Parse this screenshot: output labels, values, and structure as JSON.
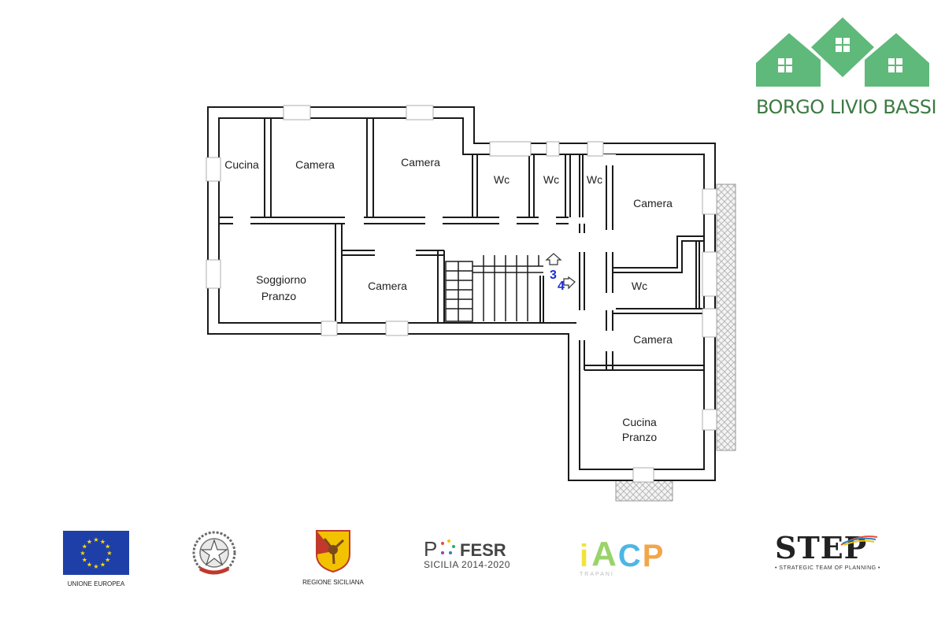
{
  "brand": {
    "name": "BORGO LIVIO BASSI",
    "color": "#5fb97a"
  },
  "rooms": {
    "cucina_1": "Cucina",
    "camera_1": "Camera",
    "camera_2": "Camera",
    "wc_1": "Wc",
    "wc_2": "Wc",
    "wc_3": "Wc",
    "camera_3": "Camera",
    "soggiorno_line1": "Soggiorno",
    "soggiorno_line2": "Pranzo",
    "camera_4": "Camera",
    "wc_4": "Wc",
    "camera_5": "Camera",
    "cucina_pranzo_line1": "Cucina",
    "cucina_pranzo_line2": "Pranzo"
  },
  "stairs": {
    "num_up": "3",
    "num_down": "4",
    "number_color": "#1a2fd6"
  },
  "logos": {
    "eu": {
      "caption": "UNIONE EUROPEA",
      "flag_color": "#1f3fa8",
      "star_color": "#ffdd00"
    },
    "repubblica": {
      "caption": "REPUBBLICA ITALIANA"
    },
    "sicilia": {
      "caption": "REGIONE SICILIANA"
    },
    "po_fesr": {
      "title": "FESR",
      "prefix": "P",
      "subtitle": "SICILIA 2014-2020"
    },
    "iacp": {
      "letters": [
        "i",
        "A",
        "C",
        "P"
      ],
      "caption": "TRAPANI"
    },
    "step": {
      "title": "STEP",
      "subtitle": "• STRATEGIC TEAM OF PLANNING •"
    }
  }
}
